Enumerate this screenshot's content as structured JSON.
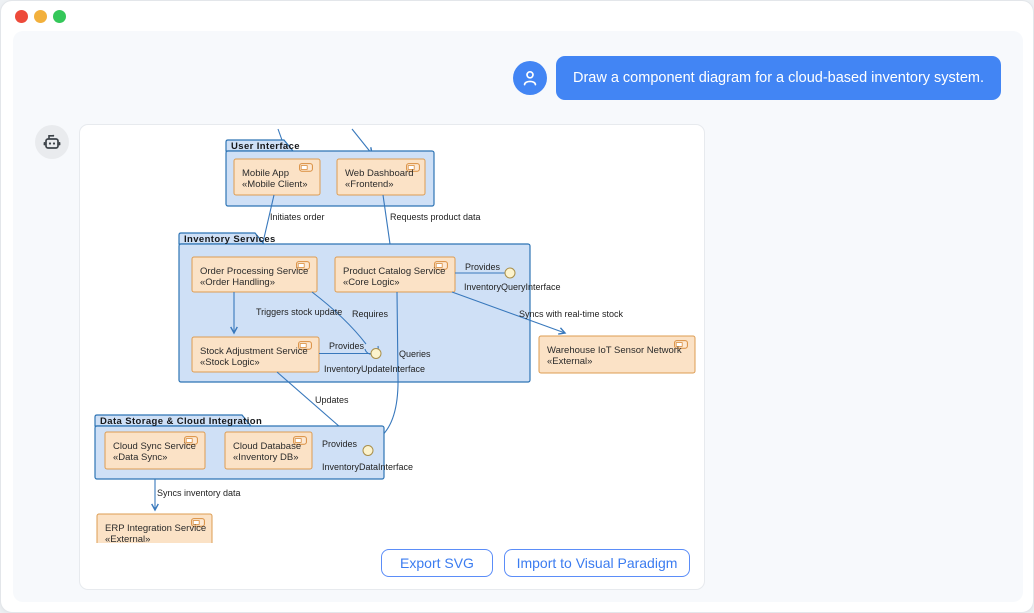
{
  "window": {
    "traffic_lights": {
      "close": "#ed4a3a",
      "minimize": "#f2b03c",
      "zoom": "#34c759"
    }
  },
  "chat": {
    "user_message": "Draw a component diagram for a cloud-based inventory system.",
    "bubble_color": "#4285f4",
    "user_icon": "user-icon",
    "bot_icon": "robot-icon"
  },
  "diagram": {
    "packages": [
      {
        "name": "User Interface",
        "components": [
          {
            "name": "Mobile App",
            "stereotype": "«Mobile Client»"
          },
          {
            "name": "Web Dashboard",
            "stereotype": "«Frontend»"
          }
        ]
      },
      {
        "name": "Inventory Services",
        "components": [
          {
            "name": "Order Processing Service",
            "stereotype": "«Order Handling»"
          },
          {
            "name": "Product Catalog Service",
            "stereotype": "«Core Logic»"
          },
          {
            "name": "Stock Adjustment Service",
            "stereotype": "«Stock Logic»"
          }
        ]
      },
      {
        "name": "Data Storage & Cloud Integration",
        "components": [
          {
            "name": "Cloud Sync Service",
            "stereotype": "«Data Sync»"
          },
          {
            "name": "Cloud Database",
            "stereotype": "«Inventory DB»"
          }
        ]
      }
    ],
    "external_components": [
      {
        "name": "Warehouse IoT Sensor Network",
        "stereotype": "«External»"
      },
      {
        "name": "ERP Integration Service",
        "stereotype": "«External»"
      }
    ],
    "interfaces": {
      "query": "InventoryQueryInterface",
      "update": "InventoryUpdateInterface",
      "data": "InventoryDataInterface"
    },
    "edges": {
      "initiates": "Initiates order",
      "requests": "Requests product data",
      "triggers": "Triggers stock update",
      "requires": "Requires",
      "provides": "Provides",
      "queries": "Queries",
      "updates": "Updates",
      "syncs_realtime": "Syncs with real-time stock",
      "syncs_inventory": "Syncs inventory data"
    },
    "colors": {
      "package_fill": "#cfe0f6",
      "package_border": "#2e74b5",
      "component_fill": "#fbe2c6",
      "component_border": "#dd9c52",
      "edge": "#3878bc",
      "interface_fill": "#fcf3cd",
      "interface_border": "#a98f4a"
    }
  },
  "actions": {
    "export_svg": "Export SVG",
    "import_vp": "Import to Visual Paradigm"
  }
}
